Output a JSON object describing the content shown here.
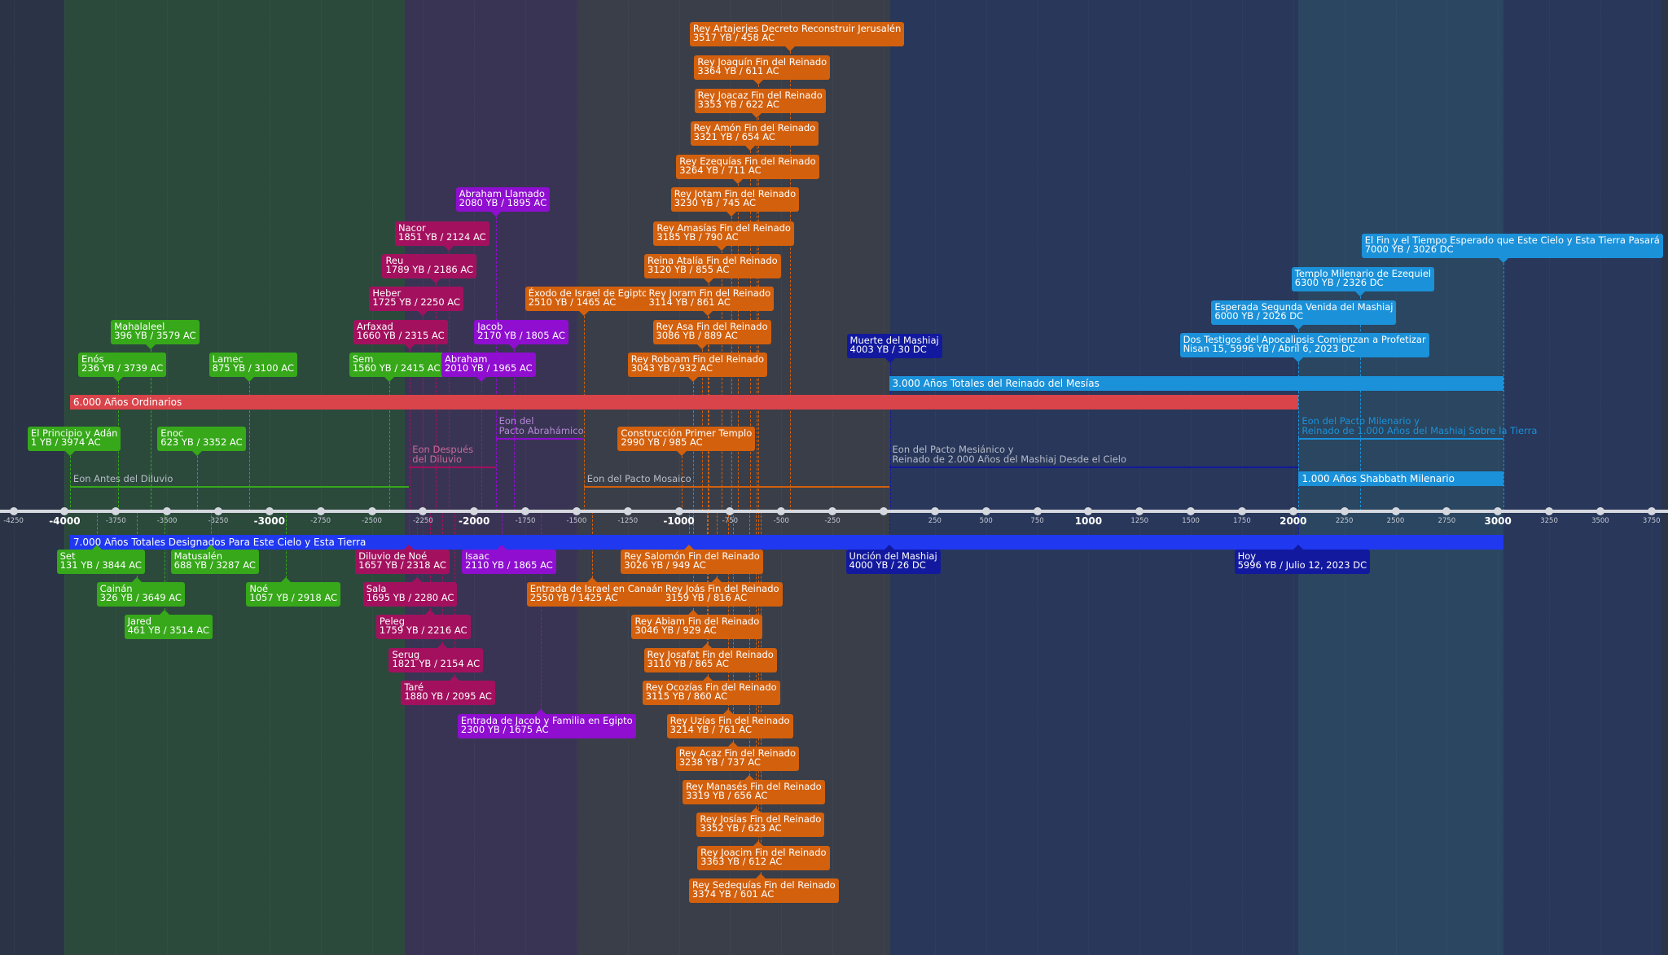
{
  "colors": {
    "green": "#36a81a",
    "crimson": "#a3115e",
    "purple": "#8f0ed0",
    "orange": "#d3600d",
    "navy": "#12199e",
    "sky": "#1b91d9",
    "red": "#d9434a",
    "blue": "#1f38f0"
  },
  "eras": [
    {
      "from": -4300,
      "to": -4000,
      "color": "#2a3446"
    },
    {
      "from": -4000,
      "to": -2340,
      "color": "#2b4a3c"
    },
    {
      "from": -2340,
      "to": -1490,
      "color": "#3a3454"
    },
    {
      "from": -1490,
      "to": 30,
      "color": "#3a3e48"
    },
    {
      "from": 30,
      "to": 2026,
      "color": "#28375a"
    },
    {
      "from": 2026,
      "to": 3026,
      "color": "#2a4660"
    },
    {
      "from": 3026,
      "to": 3800,
      "color": "#28375a"
    }
  ],
  "axis": {
    "ticks": [
      -4250,
      -4000,
      -3750,
      -3500,
      -3250,
      -3000,
      -2750,
      -2500,
      -2250,
      -2000,
      -1750,
      -1500,
      -1250,
      -1000,
      -750,
      -500,
      -250,
      0,
      250,
      500,
      750,
      1000,
      1250,
      1500,
      1750,
      2000,
      2250,
      2500,
      2750,
      3000,
      3250,
      3500,
      3750
    ],
    "tick_labels": [
      "-4250",
      "-4000",
      "-3750",
      "-3500",
      "-3250",
      "-3000",
      "-2750",
      "-2500",
      "-2250",
      "-2000",
      "-1750",
      "-1500",
      "-1250",
      "-1000",
      "-750",
      "-500",
      "-250",
      "",
      "250",
      "500",
      "750",
      "1000",
      "1250",
      "1500",
      "1750",
      "2000",
      "2250",
      "2500",
      "2750",
      "3000",
      "3250",
      "3500",
      "3750"
    ],
    "major": [
      -4000,
      -3000,
      -2000,
      -1000,
      1000,
      2000,
      3000
    ]
  },
  "bars": [
    {
      "label": "6.000 Años Ordinarios",
      "from": -3974,
      "to": 2026,
      "color": "#d9434a",
      "row": 494
    },
    {
      "label": "3.000 Años Totales del Reinado del Mesías",
      "from": 26,
      "to": 3026,
      "color": "#1b91d9",
      "row": 471
    },
    {
      "label": "1.000  Años Shabbath Milenario",
      "from": 2026,
      "to": 3026,
      "color": "#1b91d9",
      "row": 588
    },
    {
      "label": "7.000 Años Totales Designados Para Este Cielo y Esta Tierra",
      "from": -3974,
      "to": 3026,
      "color": "#1f38f0",
      "row": 666
    }
  ],
  "eons": [
    {
      "label": "Eon Antes del Diluvio",
      "from": -3974,
      "to": -2318,
      "color": "#36a81a",
      "row": 597
    },
    {
      "label": "Eon Después\ndel Diluvio",
      "from": -2318,
      "to": -1895,
      "color": "#a3115e",
      "row": 573
    },
    {
      "label": "Eon del\nPacto Abrahámico",
      "from": -1895,
      "to": -1465,
      "color": "#8f0ed0",
      "row": 538
    },
    {
      "label": "Eon del Pacto Mosaico",
      "from": -1465,
      "to": 26,
      "color": "#d3600d",
      "row": 597
    },
    {
      "label": "Eon del Pacto Mesiánico y\nReinado de 2.000 Años del Mashiaj Desde el Cielo",
      "from": 26,
      "to": 2026,
      "color": "#12199e",
      "row": 573
    },
    {
      "label": "Eon del Pacto Milenario y\nReinado de 1.000 Años del Mashiaj Sobre la Tierra",
      "from": 2026,
      "to": 3026,
      "color": "#1b91d9",
      "row": 538
    }
  ],
  "events": [
    {
      "title": "El Principio y Adán",
      "date": "1 YB / 3974 AC",
      "year": -3974,
      "color": "#36a81a",
      "row": 539,
      "offset": -52
    },
    {
      "title": "Set",
      "date": "131 YB / 3844 AC",
      "year": -3844,
      "color": "#36a81a",
      "row": 690,
      "offset": -49
    },
    {
      "title": "Enós",
      "date": "236 YB / 3739 AC",
      "year": -3739,
      "color": "#36a81a",
      "row": 448,
      "offset": -49
    },
    {
      "title": "Cainán",
      "date": "326 YB / 3649 AC",
      "year": -3649,
      "color": "#36a81a",
      "row": 730,
      "offset": -49
    },
    {
      "title": "Mahalaleel",
      "date": "396 YB / 3579 AC",
      "year": -3579,
      "color": "#36a81a",
      "row": 408,
      "offset": -49
    },
    {
      "title": "Jared",
      "date": "461 YB / 3514 AC",
      "year": -3514,
      "color": "#36a81a",
      "row": 770,
      "offset": -49
    },
    {
      "title": "Enoc",
      "date": "623 YB / 3352 AC",
      "year": -3352,
      "color": "#36a81a",
      "row": 539,
      "offset": -49
    },
    {
      "title": "Matusalén",
      "date": "688 YB / 3287 AC",
      "year": -3287,
      "color": "#36a81a",
      "row": 690,
      "offset": -49
    },
    {
      "title": "Lamec",
      "date": "875 YB / 3100 AC",
      "year": -3100,
      "color": "#36a81a",
      "row": 448,
      "offset": -49
    },
    {
      "title": "Noé",
      "date": "1057 YB / 2918 AC",
      "year": -2918,
      "color": "#36a81a",
      "row": 730,
      "offset": -49
    },
    {
      "title": "Sem",
      "date": "1560 YB / 2415 AC",
      "year": -2415,
      "color": "#36a81a",
      "row": 448,
      "offset": -49
    },
    {
      "title": "Arfaxad",
      "date": "1660 YB / 2315 AC",
      "year": -2315,
      "color": "#a3115e",
      "row": 408,
      "offset": -69
    },
    {
      "title": "Diluvio de Noé",
      "date": "1657 YB / 2318 AC",
      "year": -2318,
      "color": "#a3115e",
      "row": 690,
      "offset": -66
    },
    {
      "title": "Sala",
      "date": "1695 YB / 2280 AC",
      "year": -2280,
      "color": "#a3115e",
      "row": 730,
      "offset": -66
    },
    {
      "title": "Heber",
      "date": "1725 YB / 2250 AC",
      "year": -2250,
      "color": "#a3115e",
      "row": 367,
      "offset": -66
    },
    {
      "title": "Peleg",
      "date": "1759 YB / 2216 AC",
      "year": -2216,
      "color": "#a3115e",
      "row": 770,
      "offset": -66
    },
    {
      "title": "Reu",
      "date": "1789 YB / 2186 AC",
      "year": -2186,
      "color": "#a3115e",
      "row": 327,
      "offset": -66
    },
    {
      "title": "Serug",
      "date": "1821 YB / 2154 AC",
      "year": -2154,
      "color": "#a3115e",
      "row": 811,
      "offset": -66
    },
    {
      "title": "Nacor",
      "date": "1851 YB / 2124 AC",
      "year": -2124,
      "color": "#a3115e",
      "row": 287,
      "offset": -66
    },
    {
      "title": "Taré",
      "date": "1880 YB / 2095 AC",
      "year": -2095,
      "color": "#a3115e",
      "row": 851,
      "offset": -66
    },
    {
      "title": "Abraham",
      "date": "2010 YB / 1965 AC",
      "year": -1965,
      "color": "#8f0ed0",
      "row": 448,
      "offset": -49
    },
    {
      "title": "Abraham Llamado",
      "date": "2080 YB / 1895 AC",
      "year": -1895,
      "color": "#8f0ed0",
      "row": 245,
      "offset": -49
    },
    {
      "title": "Isaac",
      "date": "2110 YB / 1865 AC",
      "year": -1865,
      "color": "#8f0ed0",
      "row": 690,
      "offset": -49
    },
    {
      "title": "Jacob",
      "date": "2170 YB / 1805 AC",
      "year": -1805,
      "color": "#8f0ed0",
      "row": 408,
      "offset": -49
    },
    {
      "title": "Entrada de Jacob y Familia en Egipto",
      "date": "2300 YB / 1675 AC",
      "year": -1675,
      "color": "#8f0ed0",
      "row": 892,
      "offset": -102
    },
    {
      "title": "Éxodo de Israel de Egipto",
      "date": "2510 YB / 1465 AC",
      "year": -1465,
      "color": "#d3600d",
      "row": 367,
      "offset": -72
    },
    {
      "title": "Entrada de Israel en Canaán",
      "date": "2550 YB / 1425 AC",
      "year": -1425,
      "color": "#d3600d",
      "row": 730,
      "offset": -80
    },
    {
      "title": "Rey Salomón Fin del Reinado",
      "date": "3026 YB / 949 AC",
      "year": -949,
      "color": "#d3600d",
      "row": 690,
      "offset": -84
    },
    {
      "title": "Construcción Primer Templo",
      "date": "2990 YB / 985 AC",
      "year": -985,
      "color": "#d3600d",
      "row": 539,
      "offset": -79
    },
    {
      "title": "Rey Roboam Fin del Reinado",
      "date": "3043 YB / 932 AC",
      "year": -932,
      "color": "#d3600d",
      "row": 448,
      "offset": -80
    },
    {
      "title": "Rey Abiam Fin del Reinado",
      "date": "3046 YB / 929 AC",
      "year": -929,
      "color": "#d3600d",
      "row": 770,
      "offset": -76
    },
    {
      "title": "Rey Asa Fin del Reinado",
      "date": "3086 YB / 889 AC",
      "year": -889,
      "color": "#d3600d",
      "row": 408,
      "offset": -60
    },
    {
      "title": "Rey Josafat Fin del Reinado",
      "date": "3110 YB / 865 AC",
      "year": -865,
      "color": "#d3600d",
      "row": 811,
      "offset": -77
    },
    {
      "title": "Rey Joram Fin del Reinado",
      "date": "3114 YB / 861 AC",
      "year": -861,
      "color": "#d3600d",
      "row": 367,
      "offset": -76
    },
    {
      "title": "Rey Ocozías Fin del Reinado",
      "date": "3115 YB / 860 AC",
      "year": -860,
      "color": "#d3600d",
      "row": 851,
      "offset": -80
    },
    {
      "title": "Reina Atalía Fin del Reinado",
      "date": "3120 YB / 855 AC",
      "year": -855,
      "color": "#d3600d",
      "row": 327,
      "offset": -79
    },
    {
      "title": "Rey Joás Fin del Reinado",
      "date": "3159 YB / 816 AC",
      "year": -816,
      "color": "#d3600d",
      "row": 730,
      "offset": -67
    },
    {
      "title": "Rey Amasías Fin del Reinado",
      "date": "3185 YB / 790 AC",
      "year": -790,
      "color": "#d3600d",
      "row": 287,
      "offset": -84
    },
    {
      "title": "Rey Uzías Fin del Reinado",
      "date": "3214 YB / 761 AC",
      "year": -761,
      "color": "#d3600d",
      "row": 892,
      "offset": -75
    },
    {
      "title": "Rey Jotam Fin del Reinado",
      "date": "3230 YB / 745 AC",
      "year": -745,
      "color": "#d3600d",
      "row": 245,
      "offset": -74
    },
    {
      "title": "Rey Acaz Fin del Reinado",
      "date": "3238 YB / 737 AC",
      "year": -737,
      "color": "#d3600d",
      "row": 932,
      "offset": -70
    },
    {
      "title": "Rey Ezequías Fin del Reinado",
      "date": "3264 YB / 711 AC",
      "year": -711,
      "color": "#d3600d",
      "row": 205,
      "offset": -76
    },
    {
      "title": "Rey Manasés Fin del Reinado",
      "date": "3319 YB / 656 AC",
      "year": -656,
      "color": "#d3600d",
      "row": 973,
      "offset": -82
    },
    {
      "title": "Rey Amón Fin del Reinado",
      "date": "3321 YB / 654 AC",
      "year": -654,
      "color": "#d3600d",
      "row": 164,
      "offset": -73
    },
    {
      "title": "Rey Josías Fin del Reinado",
      "date": "3352 YB / 623 AC",
      "year": -623,
      "color": "#d3600d",
      "row": 1013,
      "offset": -73
    },
    {
      "title": "Rey Joacaz Fin del Reinado",
      "date": "3353 YB / 622 AC",
      "year": -622,
      "color": "#d3600d",
      "row": 124,
      "offset": -76
    },
    {
      "title": "Rey Joacim Fin del Reinado",
      "date": "3363 YB / 612 AC",
      "year": -612,
      "color": "#d3600d",
      "row": 1054,
      "offset": -75
    },
    {
      "title": "Rey Joaquín Fin del Reinado",
      "date": "3364 YB / 611 AC",
      "year": -611,
      "color": "#d3600d",
      "row": 83,
      "offset": -79
    },
    {
      "title": "Rey Sedequías Fin del Reinado",
      "date": "3374 YB / 601 AC",
      "year": -601,
      "color": "#d3600d",
      "row": 1094,
      "offset": -88
    },
    {
      "title": "Rey Artajerjes Decreto Reconstruir Jerusalén",
      "date": "3517 YB / 458 AC",
      "year": -458,
      "color": "#d3600d",
      "row": 42,
      "offset": -123
    },
    {
      "title": "Muerte del Mashiaj",
      "date": "4003 YB / 30 DC",
      "year": 30,
      "color": "#12199e",
      "row": 425,
      "offset": -53
    },
    {
      "title": "Unción del Mashiaj",
      "date": "4000 YB / 26 DC",
      "year": 26,
      "color": "#12199e",
      "row": 690,
      "offset": -53
    },
    {
      "title": "Hoy",
      "date": "5996 YB / Julio 12, 2023 DC",
      "year": 2023,
      "color": "#12199e",
      "row": 690,
      "offset": -78
    },
    {
      "title": "Dos Testigos del Apocalipsis Comienzan a Profetizar",
      "date": "Nisan 15, 5996 YB / Abril 6, 2023 DC",
      "year": 2023,
      "color": "#1b91d9",
      "row": 424,
      "offset": -145
    },
    {
      "title": "Esperada Segunda Venida del Mashiaj",
      "date": "6000 YB / 2026 DC",
      "year": 2026,
      "color": "#1b91d9",
      "row": 384,
      "offset": -107
    },
    {
      "title": "Templo Milenario de Ezequiel",
      "date": "6300 YB / 2326 DC",
      "year": 2326,
      "color": "#1b91d9",
      "row": 343,
      "offset": -84
    },
    {
      "title": "El Fin y el Tiempo Esperado que Este Cielo y Esta Tierra Pasará",
      "date": "7000 YB / 3026 DC",
      "year": 3026,
      "color": "#1b91d9",
      "row": 302,
      "offset": -174
    }
  ]
}
